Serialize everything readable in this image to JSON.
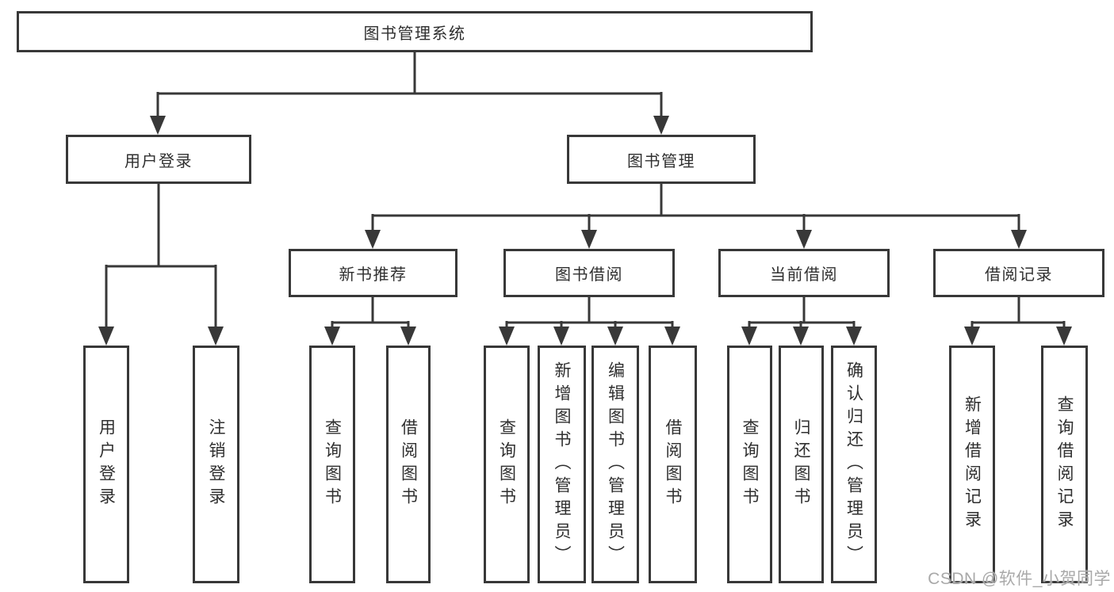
{
  "tree": {
    "root": {
      "label": "图书管理系统"
    },
    "level2": [
      {
        "label": "用户登录",
        "children": [
          {
            "label": "用户登录"
          },
          {
            "label": "注销登录"
          }
        ]
      },
      {
        "label": "图书管理",
        "children": [
          {
            "label": "新书推荐",
            "children": [
              {
                "label": "查询图书"
              },
              {
                "label": "借阅图书"
              }
            ]
          },
          {
            "label": "图书借阅",
            "children": [
              {
                "label": "查询图书"
              },
              {
                "label": "新增图书（管理员）"
              },
              {
                "label": "编辑图书（管理员）"
              },
              {
                "label": "借阅图书"
              }
            ]
          },
          {
            "label": "当前借阅",
            "children": [
              {
                "label": "查询图书"
              },
              {
                "label": "归还图书"
              },
              {
                "label": "确认归还（管理员）"
              }
            ]
          },
          {
            "label": "借阅记录",
            "children": [
              {
                "label": "新增借阅记录"
              },
              {
                "label": "查询借阅记录"
              }
            ]
          }
        ]
      }
    ]
  },
  "watermark": {
    "text": "CSDN @软件_小贺同学"
  },
  "colors": {
    "line": "#383838",
    "text": "#2f2f2f",
    "box_background": "#ffffff",
    "page_background": "#ffffff",
    "watermark_text": "#a9a9a9"
  }
}
